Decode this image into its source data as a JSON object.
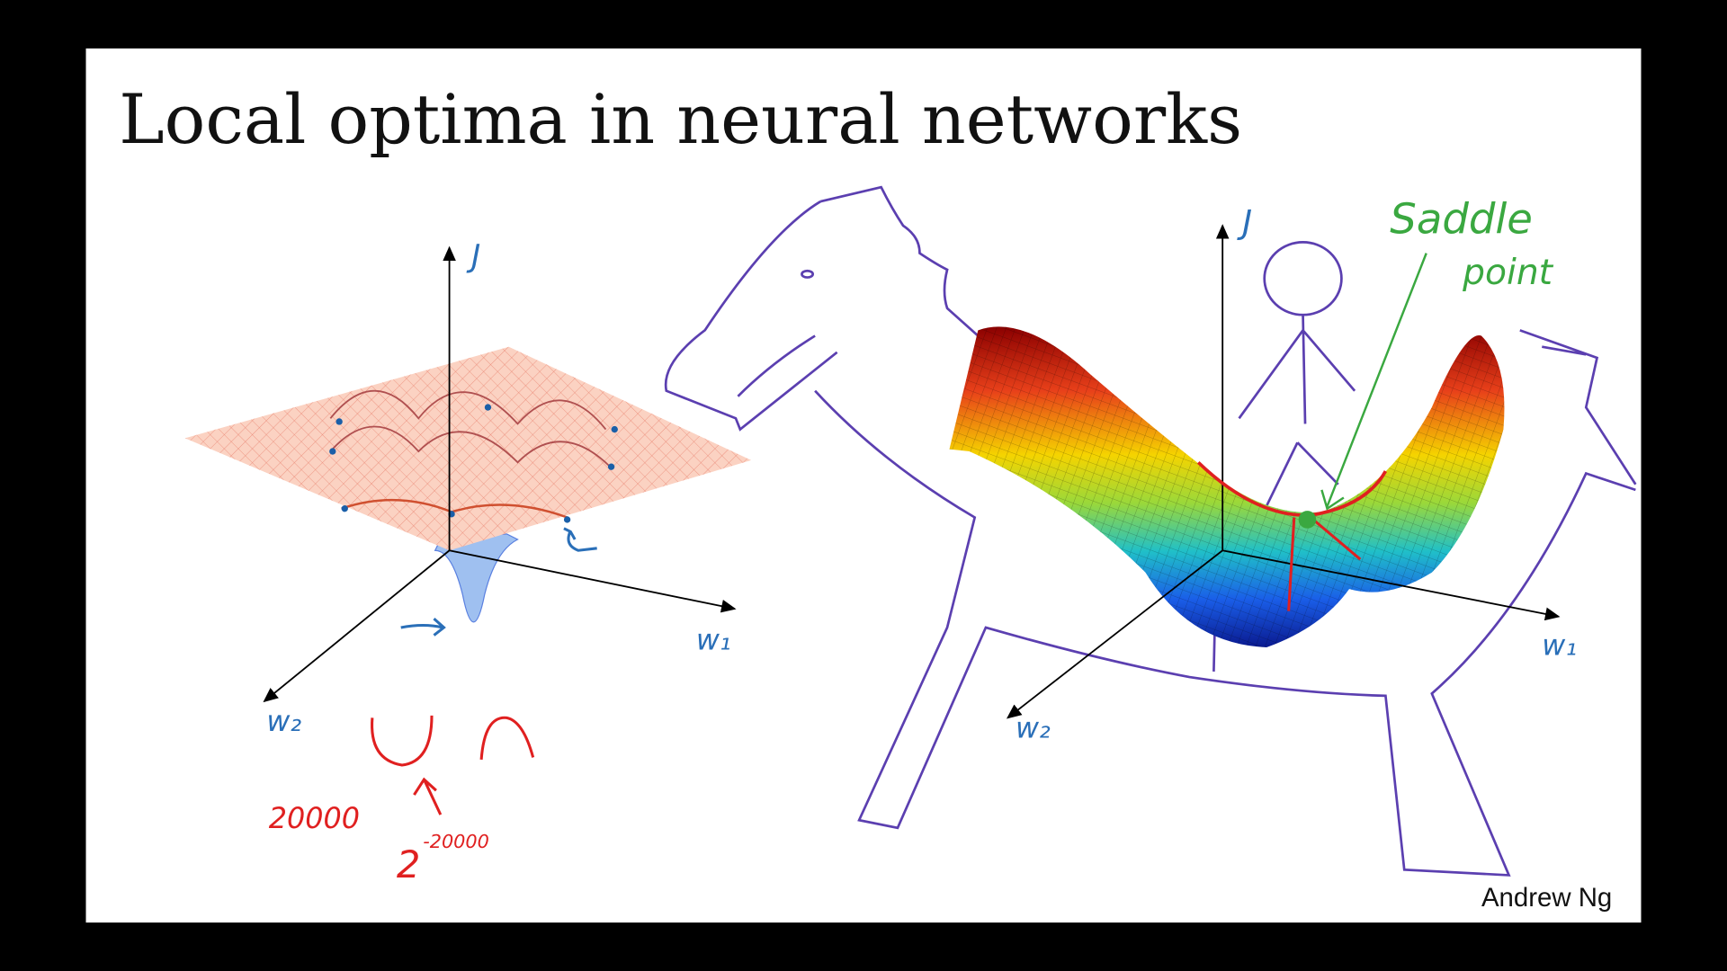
{
  "slide": {
    "title": "Local optima in neural networks",
    "credit": "Andrew Ng",
    "left_plot": {
      "axis_j": "J",
      "axis_w1": "w₁",
      "axis_w2": "w₂",
      "annotation_count": "20000",
      "annotation_prob_base": "2",
      "annotation_prob_exp": "-20000"
    },
    "right_plot": {
      "axis_j": "J",
      "axis_w1": "w₁",
      "axis_w2": "w₂",
      "saddle_label_1": "Saddle",
      "saddle_label_2": "point"
    }
  },
  "colors": {
    "background": "#000000",
    "slide": "#ffffff",
    "ink_blue": "#2a6fb8",
    "ink_red": "#e02020",
    "ink_green": "#3aa840",
    "ink_purple": "#5b3fb0"
  }
}
